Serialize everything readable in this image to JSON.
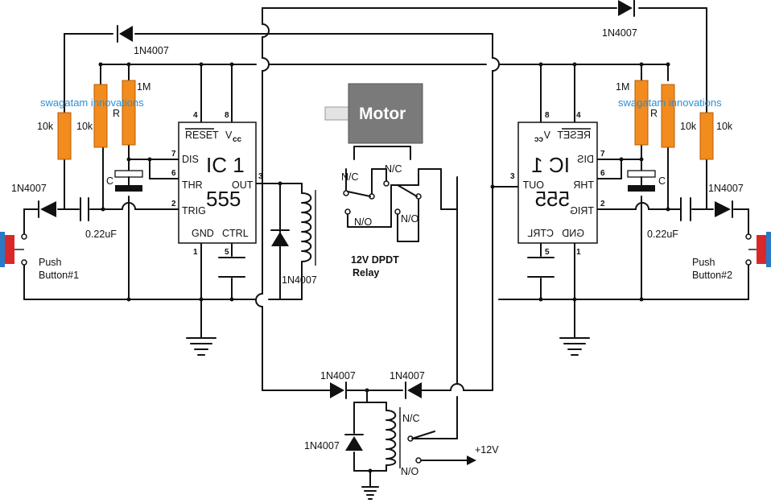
{
  "watermark": "swagatam innovations",
  "diodes": {
    "d_top_left": "1N4007",
    "d_top_right": "1N4007",
    "d_in_left": "1N4007",
    "d_in_right": "1N4007",
    "d_relay_main": "1N4007",
    "d_bottom_left": "1N4007",
    "d_bottom_right": "1N4007",
    "d_relay_bottom": "1N4007"
  },
  "left_circuit": {
    "r1": "10k",
    "r2": "10k",
    "r3": "1M",
    "r_label": "R",
    "c_label": "C",
    "cap": "0.22uF",
    "button": "Push\nButton#1",
    "button_line1": "Push",
    "button_line2": "Button#1",
    "ic": {
      "name": "IC 1",
      "chip": "555",
      "reset": "RESET",
      "vcc": "V",
      "vcc_sub": "cc",
      "dis": "DIS",
      "thr": "THR",
      "trig": "TRIG",
      "out": "OUT",
      "gnd": "GND",
      "ctrl": "CTRL",
      "pins": {
        "p4": "4",
        "p8": "8",
        "p7": "7",
        "p6": "6",
        "p2": "2",
        "p3": "3",
        "p1": "1",
        "p5": "5"
      }
    }
  },
  "right_circuit": {
    "r1": "10k",
    "r2": "10k",
    "r3": "1M",
    "r_label": "R",
    "c_label": "C",
    "cap": "0.22uF",
    "button_line1": "Push",
    "button_line2": "Button#2",
    "ic": {
      "name": "IC 1",
      "chip": "555",
      "reset": "RESET",
      "vcc": "V",
      "vcc_sub": "cc",
      "dis": "DIS",
      "thr": "THR",
      "trig": "TRIG",
      "out": "OUT",
      "gnd": "GND",
      "ctrl": "CTRL",
      "pins": {
        "p4": "4",
        "p8": "8",
        "p7": "7",
        "p6": "6",
        "p2": "2",
        "p3": "3",
        "p1": "1",
        "p5": "5"
      }
    }
  },
  "motor": {
    "label": "Motor"
  },
  "dpdt": {
    "nc_left": "N/C",
    "nc_right": "N/C",
    "no_left": "N/O",
    "no_right": "N/O",
    "title_line1": "12V DPDT",
    "title_line2": "Relay"
  },
  "bottom_relay": {
    "nc": "N/C",
    "no": "N/O",
    "supply": "+12V"
  },
  "colors": {
    "resistor": "#f28c1e",
    "watermark": "#2a8fd8",
    "button_red": "#d9282a",
    "button_blue": "#2b78c4",
    "motor_body": "#7a7a7a"
  }
}
